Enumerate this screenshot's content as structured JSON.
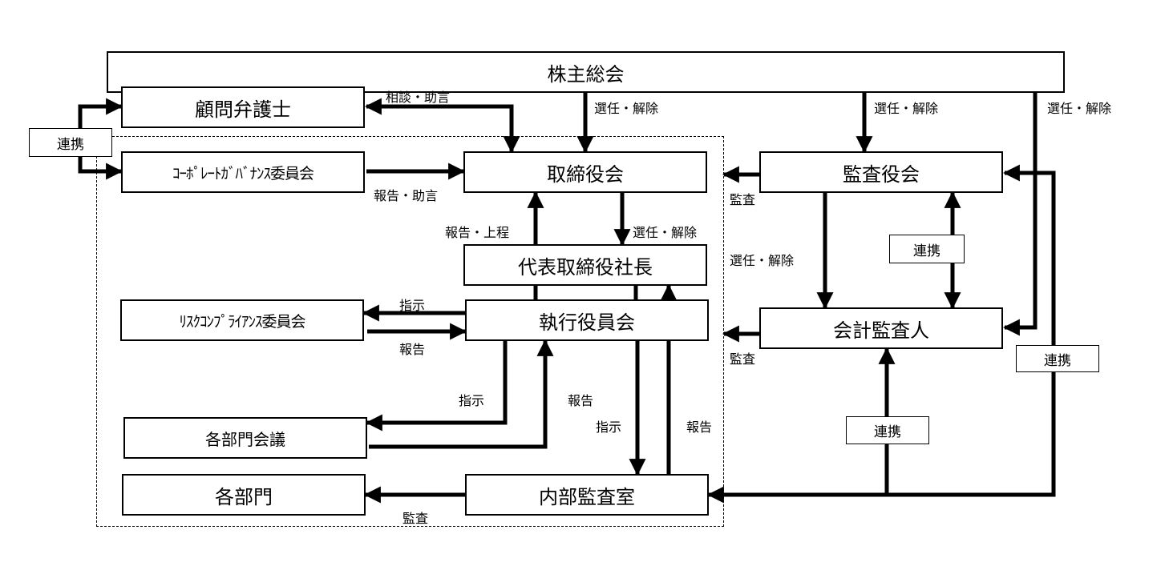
{
  "nodes": {
    "shareholders": "株主総会",
    "legal_counsel": "顧問弁護士",
    "governance_committee": "ｺｰﾎﾟﾚｰﾄｶﾞﾊﾞﾅﾝｽ委員会",
    "board": "取締役会",
    "president": "代表取締役社長",
    "risk_committee": "ﾘｽｸｺﾝﾌﾟﾗｲｱﾝｽ委員会",
    "executive_committee": "執行役員会",
    "dept_meetings": "各部門会議",
    "departments": "各部門",
    "internal_audit": "内部監査室",
    "audit_board": "監査役会",
    "accounting_auditor": "会計監査人"
  },
  "tags": {
    "left_coordination": "連携",
    "audit_coordination": "連携",
    "right_coordination": "連携",
    "bottom_coordination": "連携"
  },
  "labels": {
    "consult_advice": "相談・助言",
    "report_advice": "報告・助言",
    "elect_board": "選任・解除",
    "elect_audit_board": "選任・解除",
    "elect_accounting_auditor": "選任・解除",
    "report_submit": "報告・上程",
    "elect_president": "選任・解除",
    "elect_auditor_by_board": "選任・解除",
    "audit_by_audit_board": "監査",
    "audit_by_accounting": "監査",
    "instruct_risk": "指示",
    "report_risk": "報告",
    "instruct_dept": "指示",
    "report_dept": "報告",
    "instruct_internal_audit": "指示",
    "report_internal_audit": "報告",
    "audit_departments": "監査"
  }
}
